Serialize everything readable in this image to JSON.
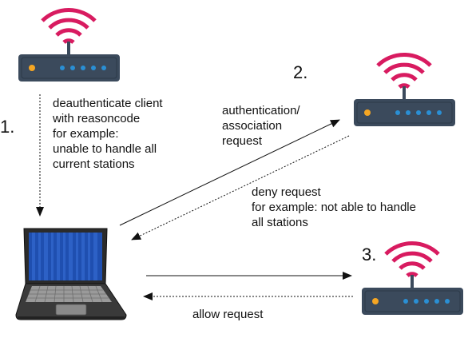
{
  "steps": {
    "one": "1.",
    "two": "2.",
    "three": "3."
  },
  "labels": {
    "deauth": [
      "deauthenticate client",
      "with reasoncode",
      "for example:",
      "unable to handle all",
      "current stations"
    ],
    "auth_request": [
      "authentication/",
      "association",
      "request"
    ],
    "deny_request": [
      "deny request",
      "for example: not able to handle",
      "all stations"
    ],
    "allow_request": "allow request"
  },
  "icons": {
    "router": "wifi-router-icon",
    "laptop": "laptop-icon"
  },
  "colors": {
    "wifi_signal": "#d81b60",
    "router_body": "#3b4a5c",
    "router_led_power": "#f5a623",
    "router_led_status": "#2a8fd4"
  }
}
